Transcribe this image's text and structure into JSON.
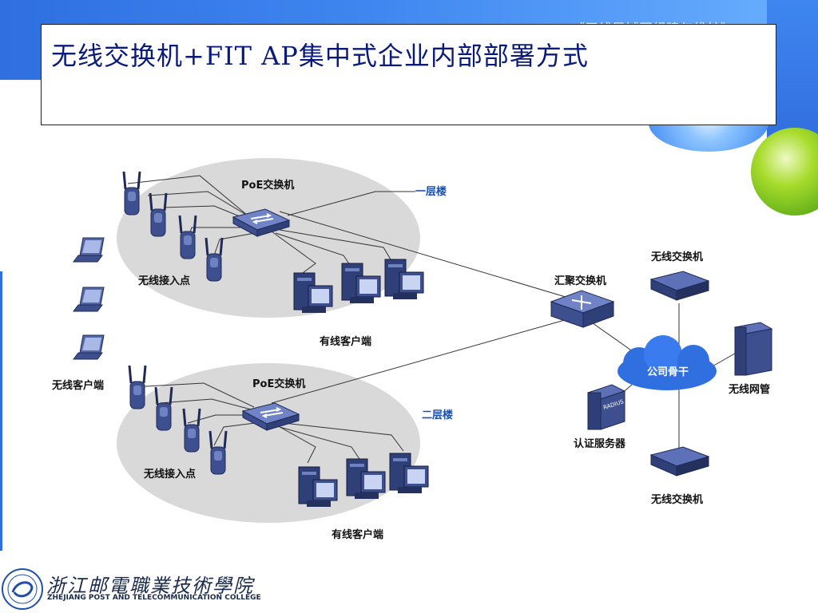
{
  "header": {
    "text": "《无线局域网组建与维护》"
  },
  "slide": {
    "title": "无线交换机+FIT AP集中式企业内部部署方式"
  },
  "diagram": {
    "floor1": {
      "label": "一层楼",
      "poe_switch": "PoE交换机",
      "ap_label": "无线接入点",
      "wired_clients": "有线客户端"
    },
    "floor2": {
      "label": "二层楼",
      "poe_switch": "PoE交换机",
      "ap_label": "无线接入点",
      "wired_clients": "有线客户端"
    },
    "wireless_clients": "无线客户端",
    "aggregation_switch": "汇聚交换机",
    "backbone": "公司骨干",
    "wireless_switch_top": "无线交换机",
    "wireless_switch_bottom": "无线交换机",
    "wireless_nms": "无线网管",
    "auth_server": "认证服务器",
    "radius_tag": "RADIUS"
  },
  "footer": {
    "college_cn": "浙江邮電職業技術學院",
    "college_en": "ZHEJIANG POST AND TELECOMMUNICATION COLLEGE"
  },
  "colors": {
    "accent": "#2f6fe0",
    "title_text": "#0a1a7a",
    "ellipse": "#d9d9d9",
    "device": "#3a4a8a"
  }
}
